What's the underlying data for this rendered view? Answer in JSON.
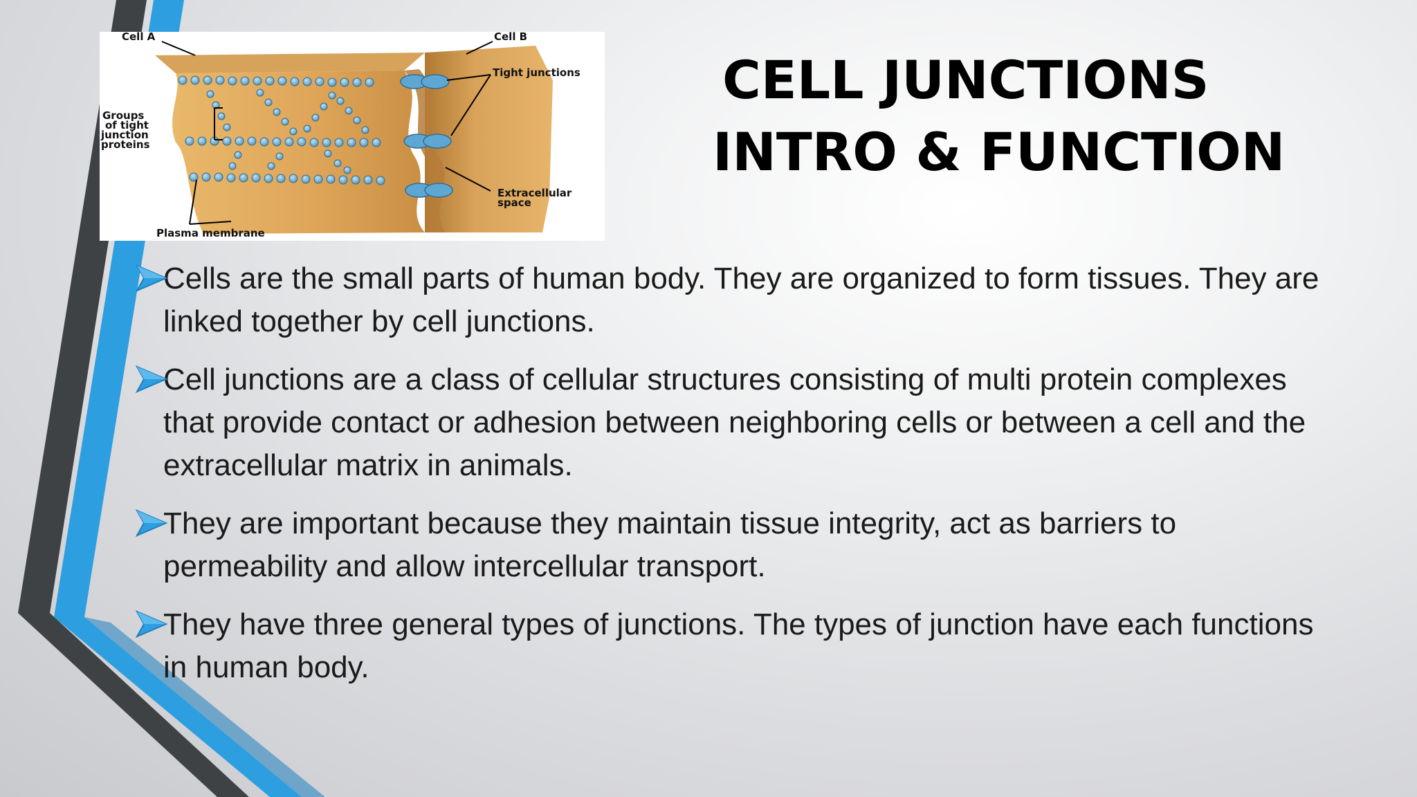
{
  "slide": {
    "title_line1": "CELL JUNCTIONS",
    "title_line2": "INTRO & FUNCTION",
    "accent_colors": {
      "blue": "#2d9ee0",
      "dark_gray": "#3f4245",
      "text": "#1a1a1a"
    },
    "bullet_icon": "arrowhead-bullet-icon"
  },
  "diagram": {
    "labels": {
      "cell_a": "Cell A",
      "cell_b": "Cell B",
      "tight_junctions": "Tight junctions",
      "groups_line1": "Groups",
      "groups_line2": "of tight",
      "groups_line3": "junction",
      "groups_line4": "proteins",
      "extracellular_line1": "Extracellular",
      "extracellular_line2": "space",
      "plasma_membrane": "Plasma membrane"
    }
  },
  "bullets": [
    "Cells are the small parts of human body. They are organized to form tissues. They are linked together by cell junctions.",
    "Cell junctions are a class of cellular structures consisting of multi protein complexes that provide contact or adhesion between neighboring cells or between a cell and the extracellular matrix in animals.",
    "They are important because they maintain tissue integrity, act as barriers to permeability and allow intercellular transport.",
    "They have three general types of junctions. The types of junction have each functions in human body."
  ]
}
